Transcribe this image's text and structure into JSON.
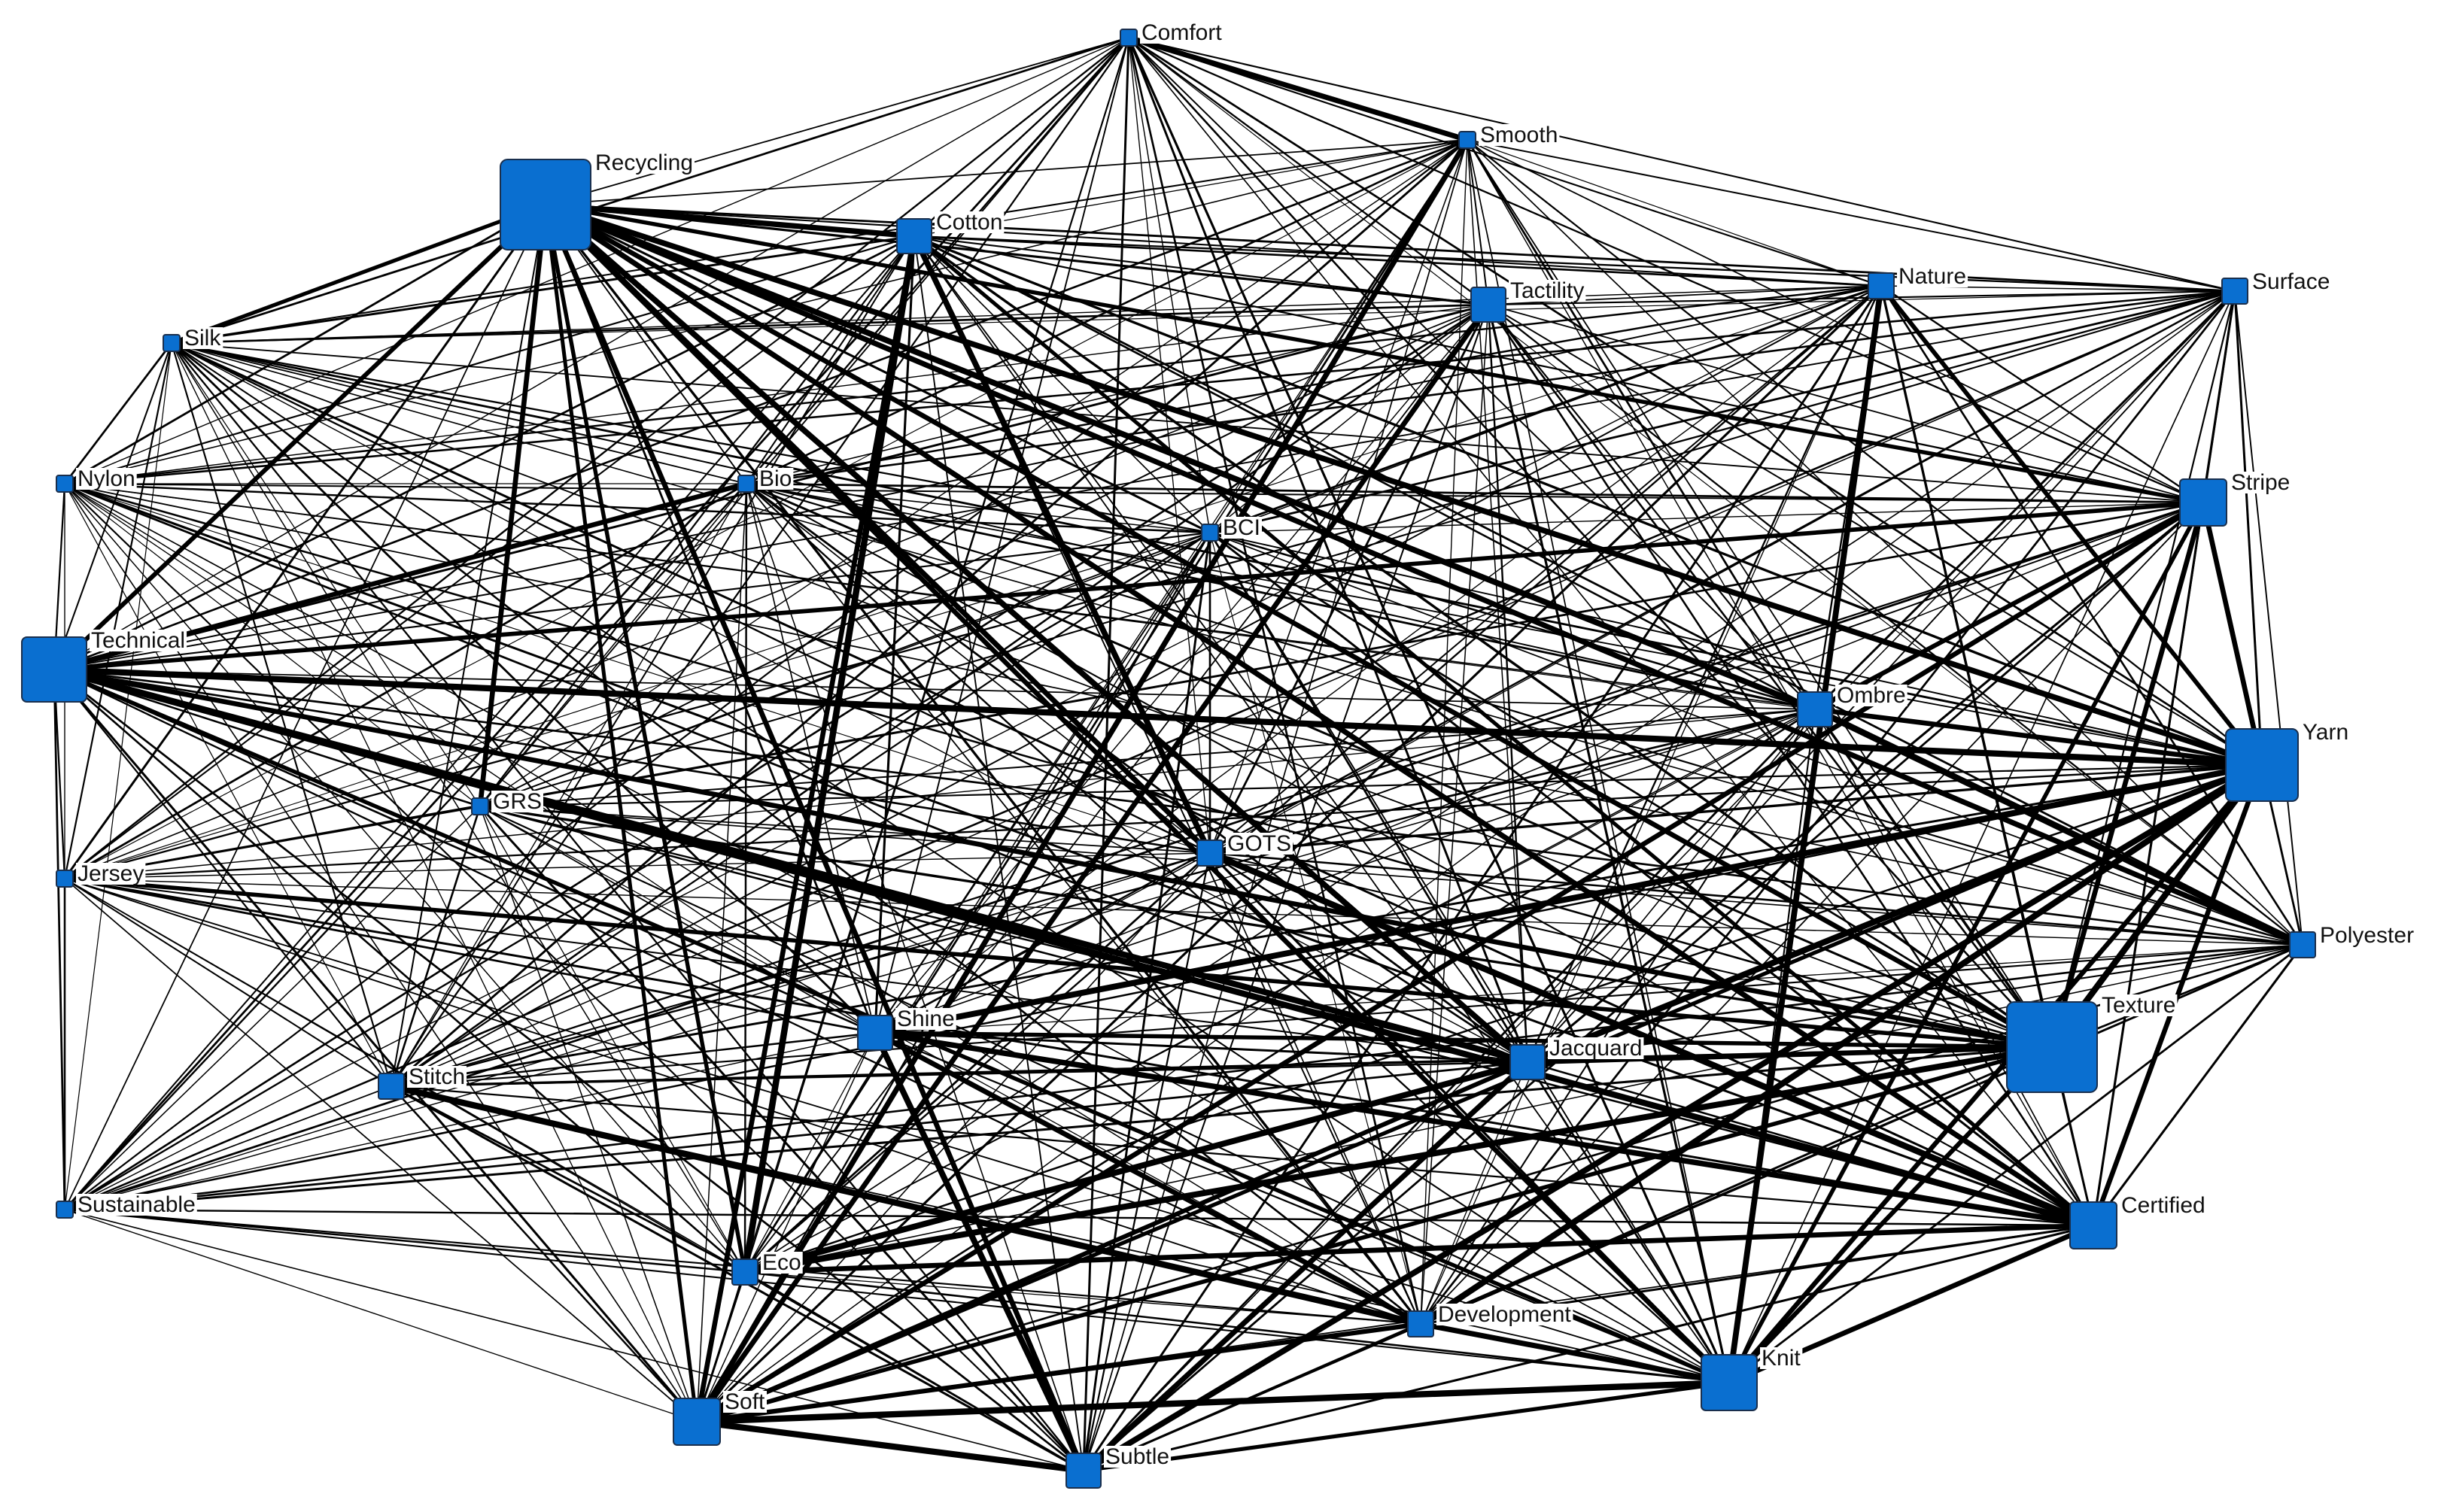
{
  "diagram": {
    "type": "network",
    "colors": {
      "node_fill": "#0a6fd0",
      "node_border": "#1a2f4d",
      "edge": "#000000",
      "background": "#ffffff"
    },
    "nodes": [
      {
        "id": "comfort",
        "label": "Comfort",
        "weight": 1
      },
      {
        "id": "smooth",
        "label": "Smooth",
        "weight": 1
      },
      {
        "id": "recycling",
        "label": "Recycling",
        "weight": 9
      },
      {
        "id": "cotton",
        "label": "Cotton",
        "weight": 3
      },
      {
        "id": "tactility",
        "label": "Tactility",
        "weight": 3
      },
      {
        "id": "nature",
        "label": "Nature",
        "weight": 2
      },
      {
        "id": "surface",
        "label": "Surface",
        "weight": 2
      },
      {
        "id": "silk",
        "label": "Silk",
        "weight": 1
      },
      {
        "id": "nylon",
        "label": "Nylon",
        "weight": 1
      },
      {
        "id": "bio",
        "label": "Bio",
        "weight": 1
      },
      {
        "id": "bci",
        "label": "BCI",
        "weight": 1
      },
      {
        "id": "stripe",
        "label": "Stripe",
        "weight": 4
      },
      {
        "id": "technical",
        "label": "Technical",
        "weight": 6
      },
      {
        "id": "ombre",
        "label": "Ombre",
        "weight": 3
      },
      {
        "id": "yarn",
        "label": "Yarn",
        "weight": 7
      },
      {
        "id": "grs",
        "label": "GRS",
        "weight": 1
      },
      {
        "id": "gots",
        "label": "GOTS",
        "weight": 2
      },
      {
        "id": "jersey",
        "label": "Jersey",
        "weight": 1
      },
      {
        "id": "polyester",
        "label": "Polyester",
        "weight": 2
      },
      {
        "id": "texture",
        "label": "Texture",
        "weight": 9
      },
      {
        "id": "shine",
        "label": "Shine",
        "weight": 3
      },
      {
        "id": "jacquard",
        "label": "Jacquard",
        "weight": 3
      },
      {
        "id": "stitch",
        "label": "Stitch",
        "weight": 2
      },
      {
        "id": "sustainable",
        "label": "Sustainable",
        "weight": 1
      },
      {
        "id": "certified",
        "label": "Certified",
        "weight": 4
      },
      {
        "id": "eco",
        "label": "Eco",
        "weight": 2
      },
      {
        "id": "development",
        "label": "Development",
        "weight": 2
      },
      {
        "id": "knit",
        "label": "Knit",
        "weight": 5
      },
      {
        "id": "soft",
        "label": "Soft",
        "weight": 4
      },
      {
        "id": "subtle",
        "label": "Subtle",
        "weight": 3
      }
    ]
  }
}
